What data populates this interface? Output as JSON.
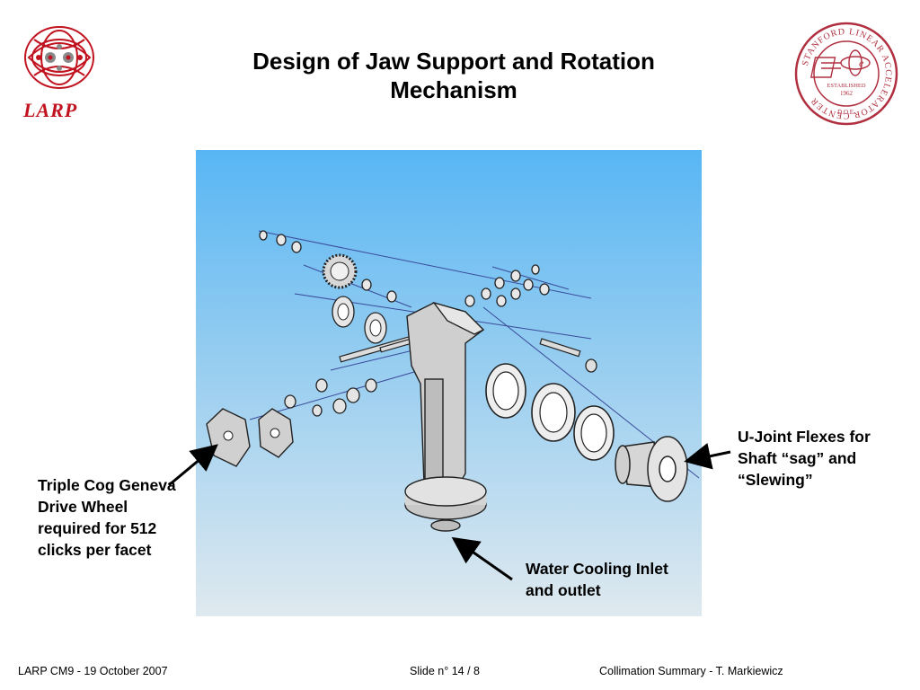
{
  "title": "Design of Jaw Support and Rotation Mechanism",
  "logo_left": {
    "text": "LARP",
    "color": "#c1121f"
  },
  "seal_right": {
    "ring_text": "STANFORD LINEAR ACCELERATOR CENTER",
    "established": "ESTABLISHED",
    "year": "1962",
    "doe": "D.O.E.",
    "color": "#b03040"
  },
  "annotations": {
    "geneva": "Triple Cog Geneva Drive Wheel required for 512 clicks per facet",
    "ujoint": "U-Joint Flexes for Shaft “sag” and “Slewing”",
    "water": "Water Cooling Inlet and outlet"
  },
  "footer": {
    "left": "LARP CM9 -  19 October 2007",
    "middle": "Slide n° 14 / 8",
    "right": "Collimation Summary -  T. Markiewicz"
  }
}
